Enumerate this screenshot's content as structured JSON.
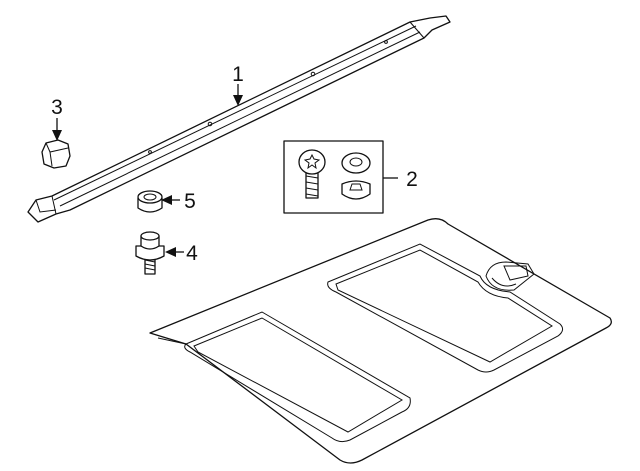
{
  "diagram": {
    "callouts": [
      {
        "id": "1",
        "label": "1"
      },
      {
        "id": "2",
        "label": "2"
      },
      {
        "id": "3",
        "label": "3"
      },
      {
        "id": "4",
        "label": "4"
      },
      {
        "id": "5",
        "label": "5"
      }
    ],
    "colors": {
      "line": "#111111",
      "fill": "#ffffff",
      "background": "#ffffff"
    }
  }
}
